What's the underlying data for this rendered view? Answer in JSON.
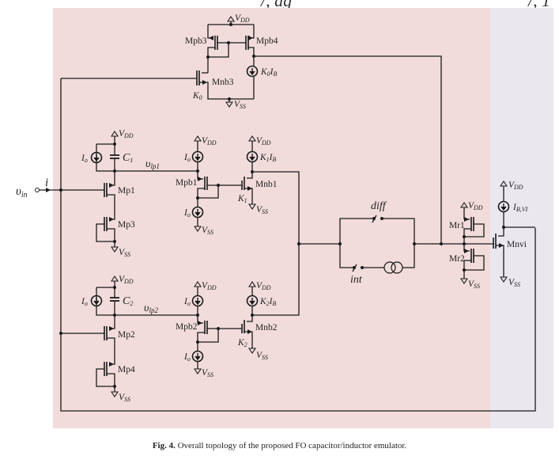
{
  "colors": {
    "main_panel": "#f1dcdb",
    "side_panel": "#ebe7ef",
    "wire": "#1a1a1a"
  },
  "top_cut_text": {
    "left": "/, ag",
    "right": "/, 1"
  },
  "caption": {
    "prefix": "Fig. 4.",
    "text": "Overall topology of the proposed FO capacitor/inductor emulator."
  },
  "labels": {
    "vdd": "V",
    "vdd_sub": "DD",
    "vss": "V",
    "vss_sub": "SS",
    "vin": "υ",
    "vin_sub": "in",
    "i": "i",
    "io": "I",
    "io_sub": "o",
    "c1": "C",
    "c1_sub": "1",
    "c2": "C",
    "c2_sub": "2",
    "vlp1": "υ",
    "vlp1_sub": "lp1",
    "vlp2": "υ",
    "vlp2_sub": "lp2",
    "k0ib": "K",
    "k0ib_sub": "0",
    "k1ib": "K",
    "k1ib_sub": "1",
    "k2ib": "K",
    "k2ib_sub": "2",
    "ib": "I",
    "ib_sub": "B",
    "k0": "K",
    "k0_sub": "0",
    "k1": "K",
    "k1_sub": "1",
    "k2": "K",
    "k2_sub": "2",
    "ibvi": "I",
    "ibvi_sub": "B,VI",
    "diff": "diff",
    "int": "int"
  },
  "transistors": {
    "mpb3": "Mpb3",
    "mpb4": "Mpb4",
    "mnb3": "Mnb3",
    "mp1": "Mp1",
    "mp3": "Mp3",
    "mpb1": "Mpb1",
    "mnb1": "Mnb1",
    "mp2": "Mp2",
    "mp4": "Mp4",
    "mpb2": "Mpb2",
    "mnb2": "Mnb2",
    "mr1": "Mr1",
    "mr2": "Mr2",
    "mnvi": "Mnvi"
  }
}
